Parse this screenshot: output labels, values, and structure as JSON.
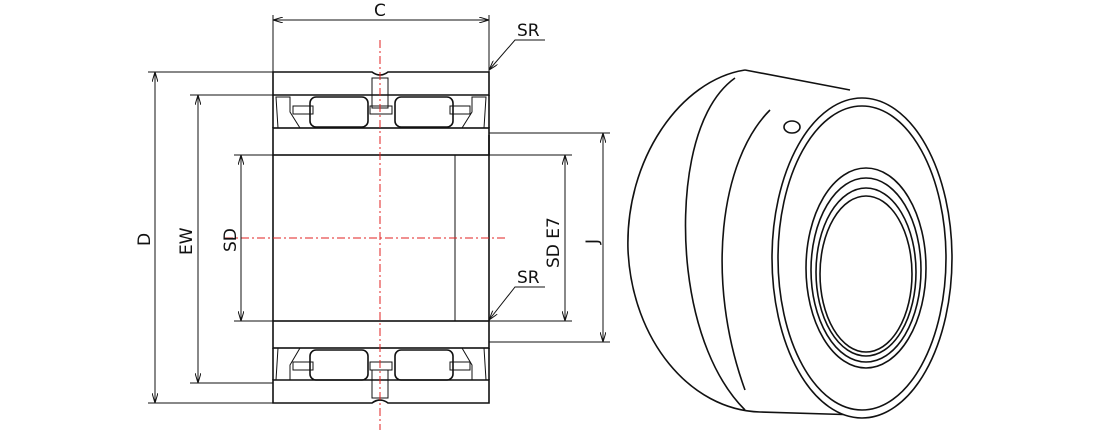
{
  "drawing": {
    "labels": {
      "width": "C",
      "sr_top": "SR",
      "sr_bottom": "SR",
      "outer_diameter": "D",
      "roller_envelope": "EW",
      "shaft_diameter_left": "SD",
      "shaft_diameter_tolerance": "SD E7",
      "inner_ring_diameter": "J"
    },
    "colors": {
      "line": "#111111",
      "axis": "#e02020"
    }
  }
}
